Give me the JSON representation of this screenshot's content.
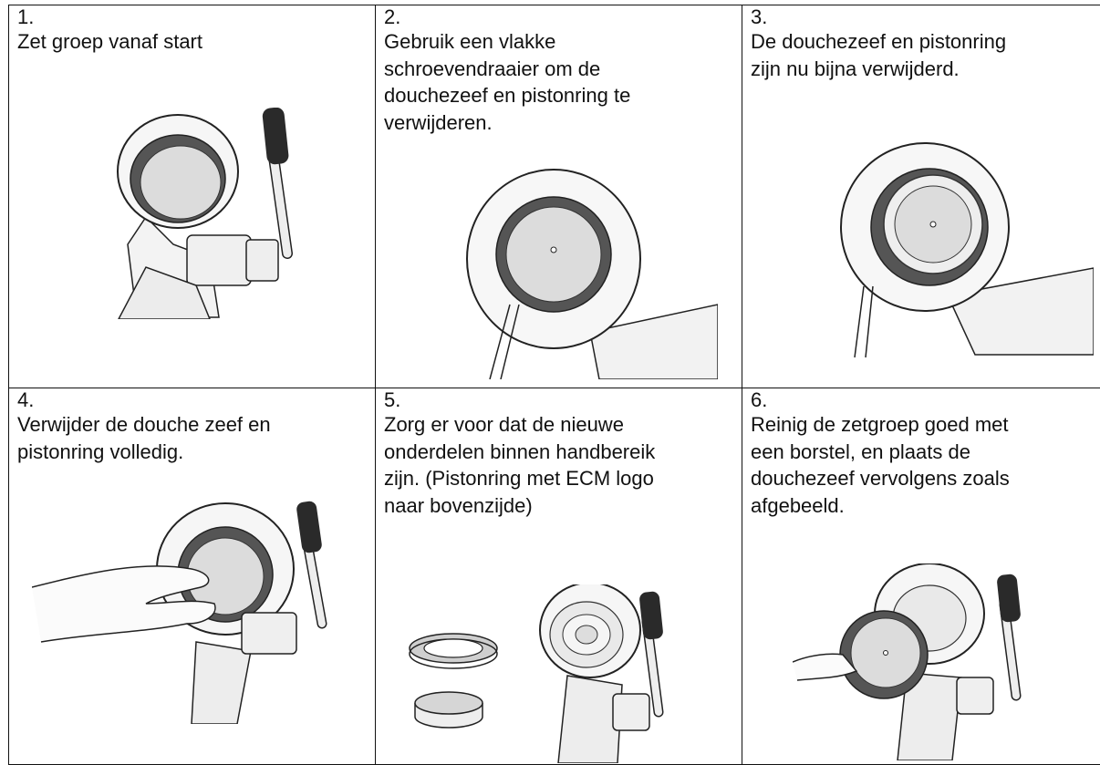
{
  "steps": [
    {
      "number": "1.",
      "text": "Zet groep vanaf start",
      "illustration": "group-head-with-lever-icon"
    },
    {
      "number": "2.",
      "text": "Gebruik een vlakke\nschroevendraaier om de\ndouchezeef en pistonring te\nverwijderen.",
      "illustration": "screwdriver-removing-screen-icon"
    },
    {
      "number": "3.",
      "text": "De douchezeef en pistonring\nzijn nu bijna verwijderd.",
      "illustration": "screen-nearly-removed-icon"
    },
    {
      "number": "4.",
      "text": "Verwijder de douche zeef en\npistonring volledig.",
      "illustration": "hand-removing-screen-icon"
    },
    {
      "number": "5.",
      "text": "Zorg er voor dat de nieuwe\nonderdelen binnen handbereik\nzijn. (Pistonring met ECM logo\nnaar bovenzijde)",
      "illustration": "new-parts-ring-and-screen-icon"
    },
    {
      "number": "6.",
      "text": "Reinig de zetgroep goed met\neen borstel, en plaats de\ndouchezeef vervolgens zoals\nafgebeeld.",
      "illustration": "hand-placing-screen-icon"
    }
  ],
  "colors": {
    "border": "#111111",
    "gasket": "#555555",
    "mesh": "#d9d9d9",
    "handle": "#2a2a2a"
  }
}
